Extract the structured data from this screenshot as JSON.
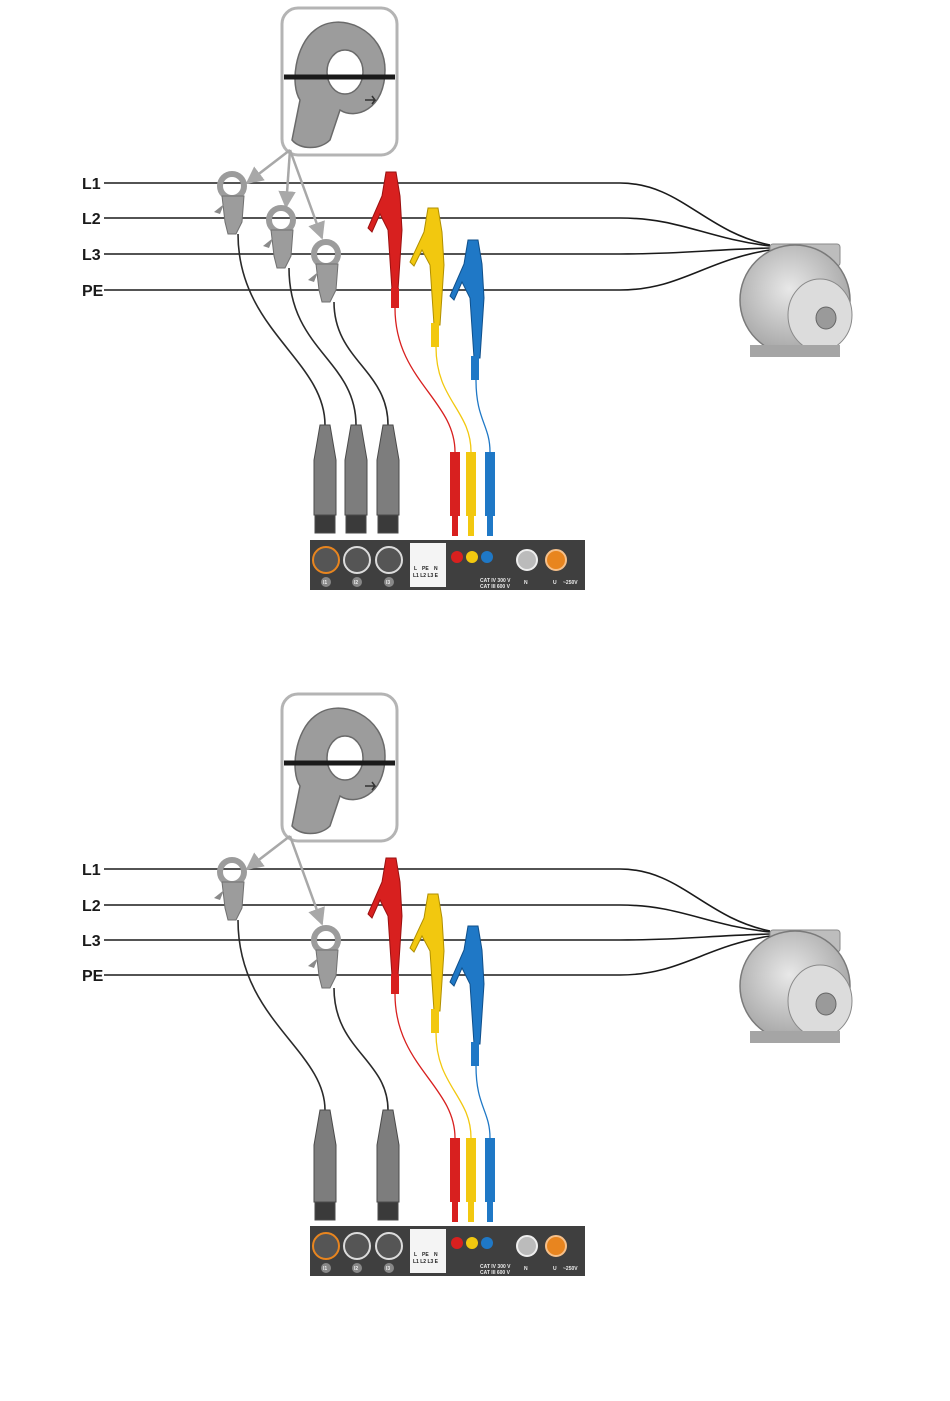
{
  "lines": [
    "L1",
    "L2",
    "L3",
    "PE"
  ],
  "meter": {
    "cat1": "CAT IV 300 V",
    "cat2": "CAT III 600 V",
    "clamp_labels": [
      "I1",
      "I2",
      "I3"
    ],
    "term_labels": [
      "L",
      "PE",
      "N"
    ],
    "term_sub": "L1 L2 L3 E",
    "n_label": "N",
    "u_label": "U",
    "volt_label": "~250V"
  },
  "colors": {
    "red": "#d8201f",
    "yellow": "#f2c80f",
    "blue": "#1f78c6",
    "clamp": "#9c9c9c",
    "plug": "#7d7d7d",
    "meter": "#3f3f3f",
    "orange": "#e8851f"
  },
  "diagrams": [
    {
      "id": "top",
      "clamp_count": 3
    },
    {
      "id": "bottom",
      "clamp_count": 2
    }
  ]
}
